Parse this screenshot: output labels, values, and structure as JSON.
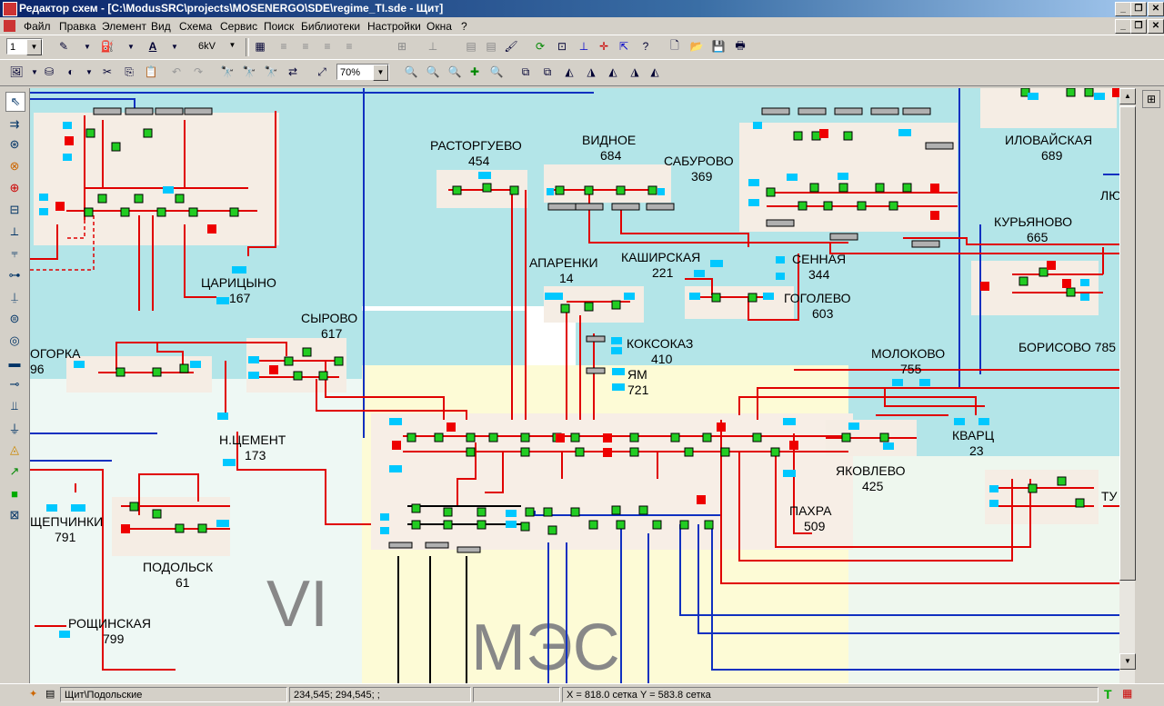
{
  "window": {
    "title": "Редактор схем - [C:\\ModusSRC\\projects\\MOSENERGO\\SDE\\regime_TI.sde - Щит]"
  },
  "menu": [
    "Файл",
    "Правка",
    "Элемент",
    "Вид",
    "Схема",
    "Сервис",
    "Поиск",
    "Библиотеки",
    "Настройки",
    "Окна",
    "?"
  ],
  "toolbar": {
    "line_width": "1",
    "voltage": "6kV",
    "zoom": "70%"
  },
  "labels": {
    "rastorguevo": "РАСТОРГУЕВО",
    "rastorguevo_num": "454",
    "vidnoe": "ВИДНОЕ",
    "vidnoe_num": "684",
    "saburovo": "САБУРОВО",
    "saburovo_num": "369",
    "ilovayskaya": "ИЛОВАЙСКАЯ",
    "ilovayskaya_num": "689",
    "kuryanovo": "КУРЬЯНОВО",
    "kuryanovo_num": "665",
    "lyu": "ЛЮ",
    "aparenki": "АПАРЕНКИ",
    "aparenki_num": "14",
    "kashirskaya": "КАШИРСКАЯ",
    "kashirskaya_num": "221",
    "sennaya": "СЕННАЯ",
    "sennaya_num": "344",
    "golevo": "ГОГОЛЕВО",
    "golevo_num": "603",
    "tsaritsyno": "ЦАРИЦЫНО",
    "tsaritsyno_num": "167",
    "syrovo": "СЫРОВО",
    "syrovo_num": "617",
    "ogorka": "ОГОРКА",
    "ogorka_num": "96",
    "koksokaz": "КОКСОКАЗ",
    "koksokaz_num": "410",
    "yam": "ЯМ",
    "yam_num": "721",
    "molokovo": "МОЛОКОВО",
    "molokovo_num": "755",
    "borisovo": "БОРИСОВО 785",
    "kvarts": "КВАРЦ",
    "kvarts_num": "23",
    "yakovlevo": "ЯКОВЛЕВО",
    "yakovlevo_num": "425",
    "tu": "ТУ",
    "ncement": "Н.ЦЕМЕНТ",
    "ncement_num": "173",
    "pakhra": "ПАХРА",
    "pakhra_num": "509",
    "shchepchinki": "ЩЕПЧИНКИ",
    "shchepchinki_num": "791",
    "podolsk": "ПОДОЛЬСК",
    "podolsk_num": "61",
    "roshchinskaya": "РОЩИНСКАЯ",
    "roshchinskaya_num": "799",
    "vi": "VI",
    "mes": "МЭС"
  },
  "status": {
    "path": "Щит\\Подольские",
    "coords": "234,545; 294,545; ;",
    "grid": "X = 818.0 сетка Y = 583.8 сетка"
  }
}
